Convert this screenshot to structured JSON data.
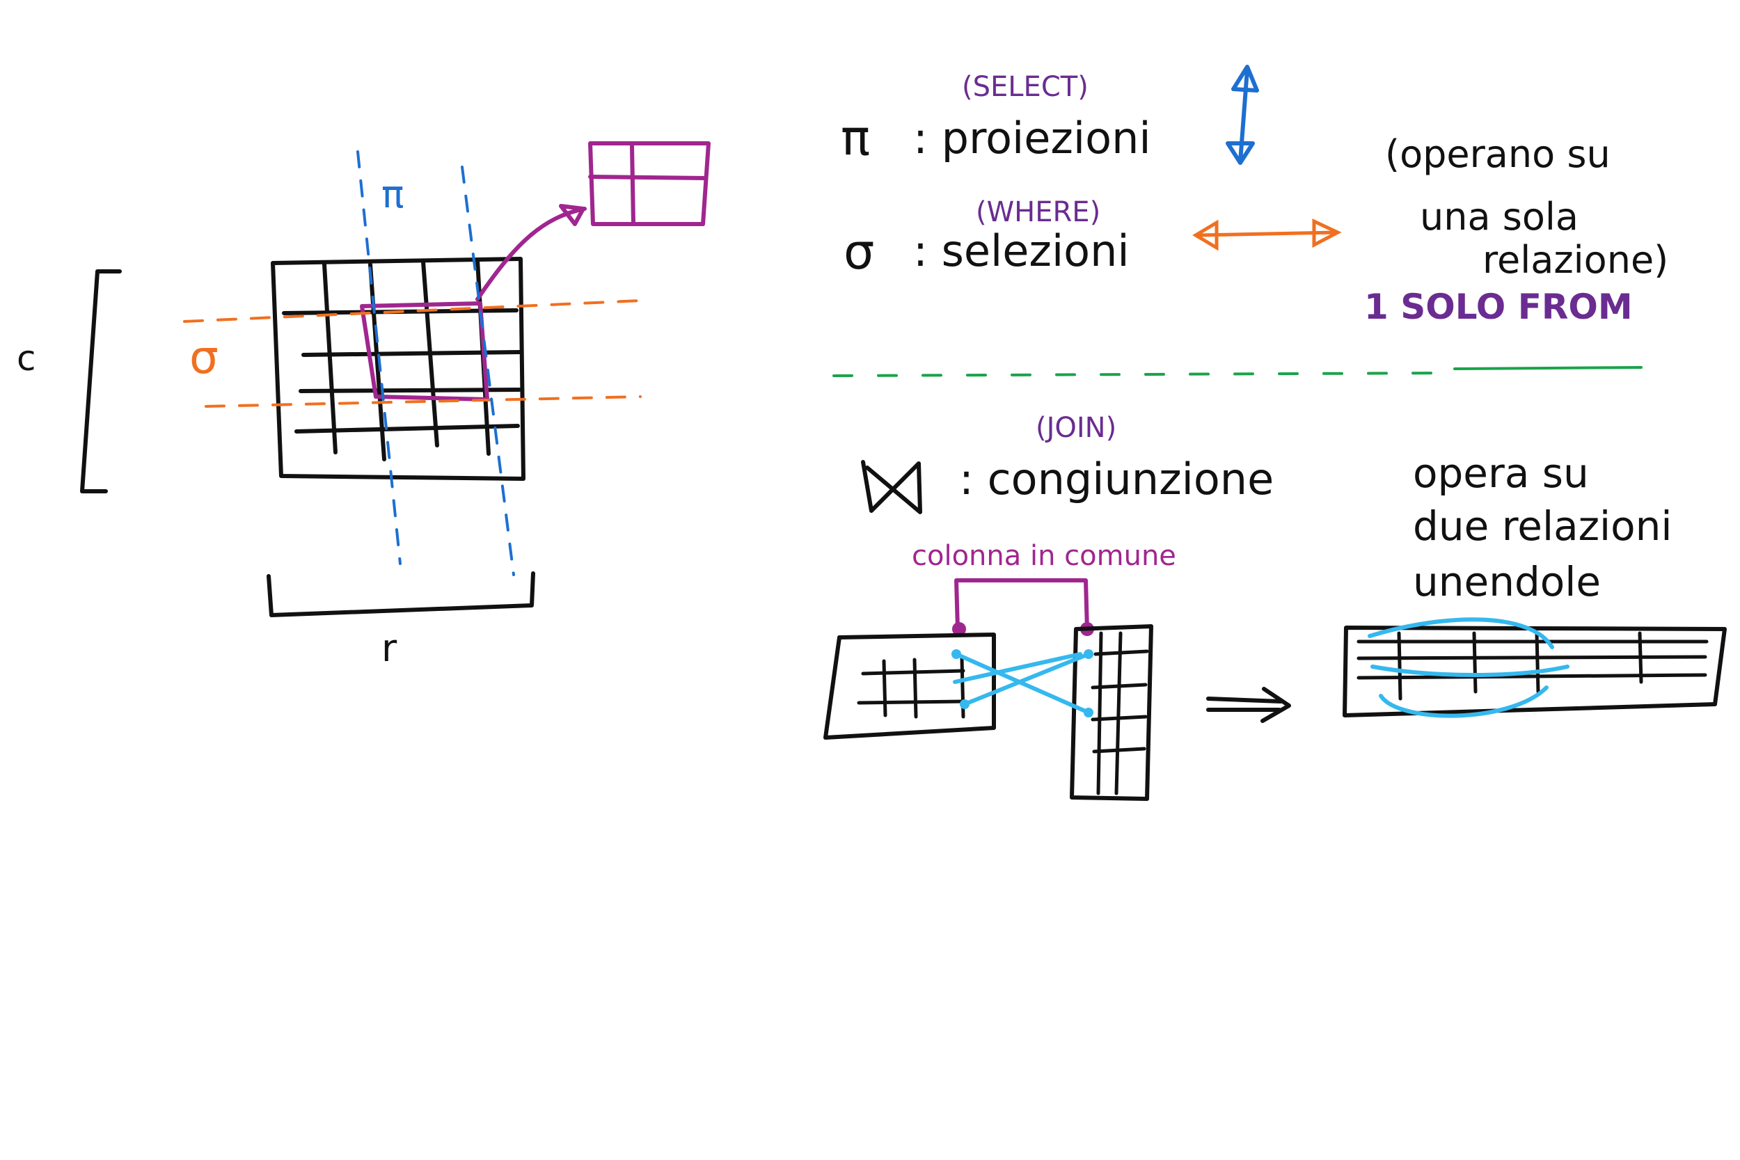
{
  "left_diagram": {
    "rows_label": "c",
    "cols_label": "r",
    "sigma_label": "σ",
    "pi_label": "π"
  },
  "operators": {
    "projection": {
      "keyword": "(SELECT)",
      "symbol": "π",
      "label": ": proiezioni"
    },
    "selection": {
      "keyword": "(WHERE)",
      "symbol": "σ",
      "label": ": selezioni"
    },
    "unary_note": [
      "(operano su",
      "una sola",
      "relazione)"
    ],
    "from_note": "1 SOLO FROM"
  },
  "join": {
    "keyword": "(JOIN)",
    "symbol": "⋈",
    "label": ": congiunzione",
    "common_column_label": "colonna in comune",
    "note": [
      "opera su",
      "due relazioni",
      "unendole"
    ],
    "arrow_symbol": "⇒"
  },
  "colors": {
    "black": "#111111",
    "purple": "#6a2c91",
    "magenta": "#a0268f",
    "orange": "#f07020",
    "blue": "#1d6fd0",
    "green": "#1aa34a",
    "cyan": "#35b8ee"
  }
}
